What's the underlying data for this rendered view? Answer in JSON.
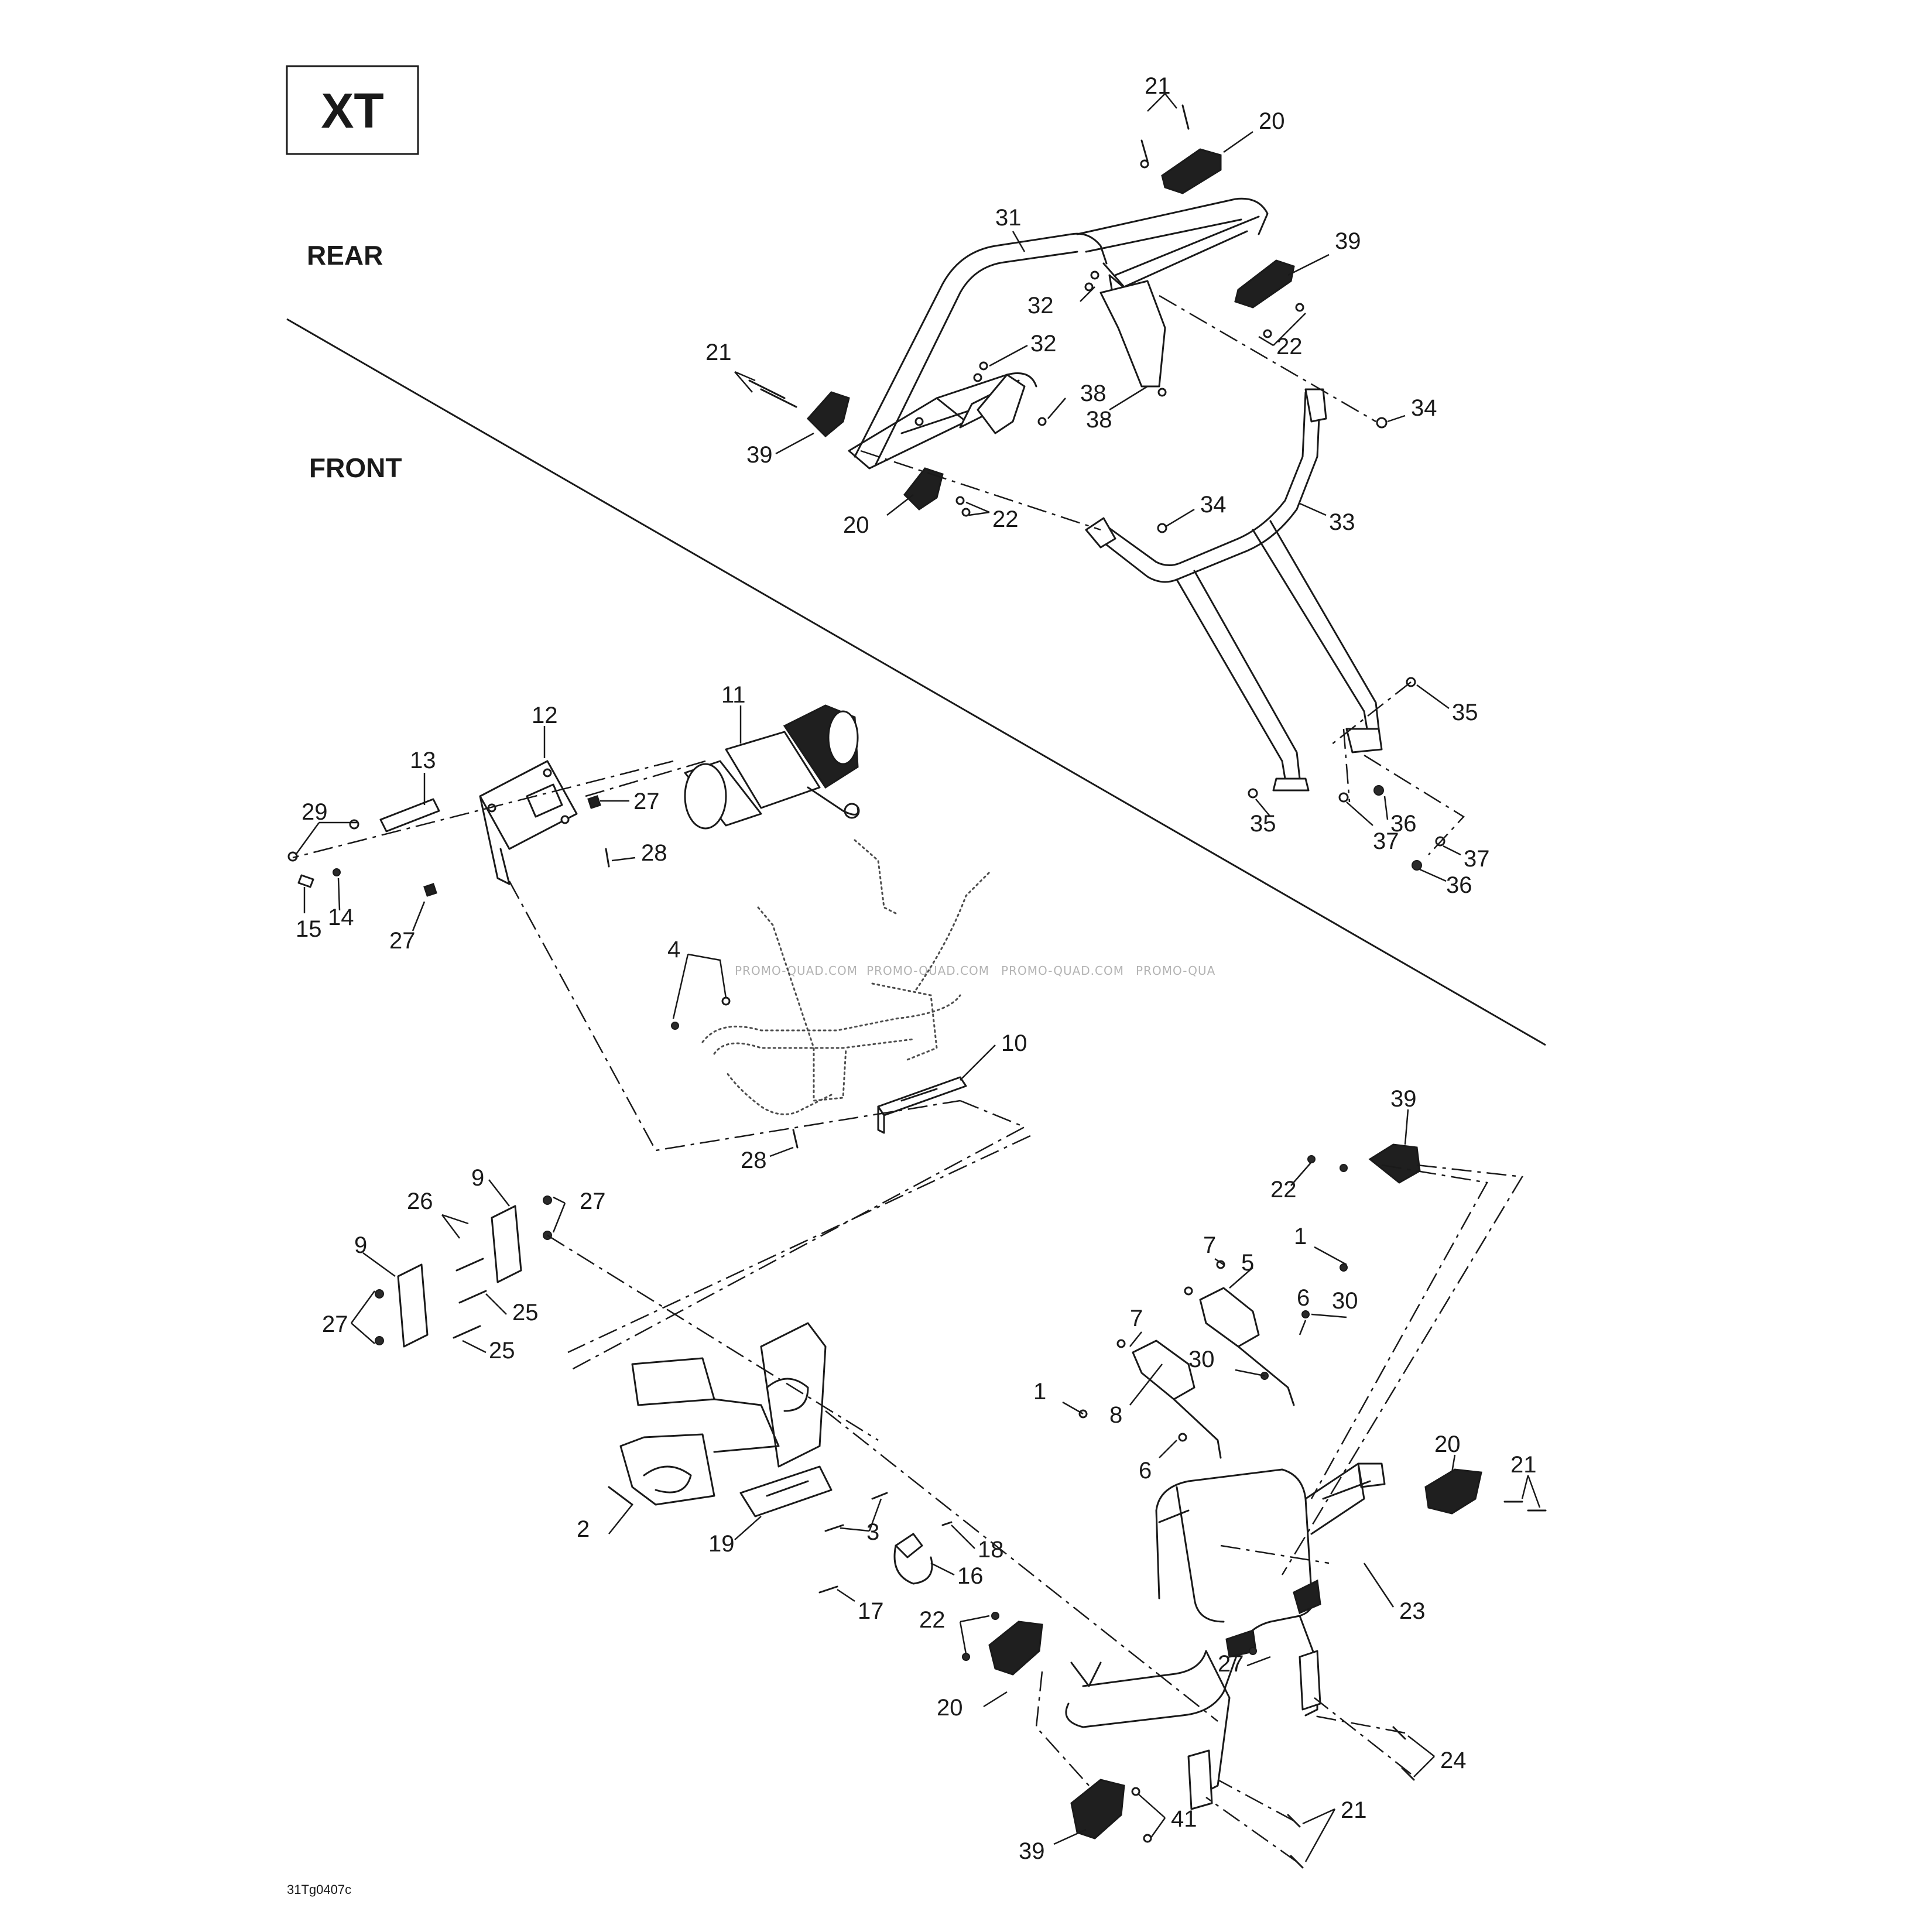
{
  "model_label": "XT",
  "zones": {
    "rear": "REAR",
    "front": "FRONT"
  },
  "drawing_code": "31Tg0407c",
  "watermark": [
    "PROMO-QUAD.COM",
    "PROMO-QUAD.COM",
    "PROMO-QUAD.COM",
    "PROMO-QUA"
  ],
  "callouts": [
    {
      "id": "c21a",
      "text": "21"
    },
    {
      "id": "c20a",
      "text": "20"
    },
    {
      "id": "c31",
      "text": "31"
    },
    {
      "id": "c39a",
      "text": "39"
    },
    {
      "id": "c32a",
      "text": "32"
    },
    {
      "id": "c22a",
      "text": "22"
    },
    {
      "id": "c21b",
      "text": "21"
    },
    {
      "id": "c32b",
      "text": "32"
    },
    {
      "id": "c38a",
      "text": "38"
    },
    {
      "id": "c38b",
      "text": "38"
    },
    {
      "id": "c34a",
      "text": "34"
    },
    {
      "id": "c39b",
      "text": "39"
    },
    {
      "id": "c20b",
      "text": "20"
    },
    {
      "id": "c22b",
      "text": "22"
    },
    {
      "id": "c34b",
      "text": "34"
    },
    {
      "id": "c33",
      "text": "33"
    },
    {
      "id": "c35a",
      "text": "35"
    },
    {
      "id": "c35b",
      "text": "35"
    },
    {
      "id": "c36a",
      "text": "36"
    },
    {
      "id": "c37a",
      "text": "37"
    },
    {
      "id": "c37b",
      "text": "37"
    },
    {
      "id": "c36b",
      "text": "36"
    },
    {
      "id": "c11",
      "text": "11"
    },
    {
      "id": "c12",
      "text": "12"
    },
    {
      "id": "c13",
      "text": "13"
    },
    {
      "id": "c29",
      "text": "29"
    },
    {
      "id": "c27a",
      "text": "27"
    },
    {
      "id": "c28a",
      "text": "28"
    },
    {
      "id": "c15",
      "text": "15"
    },
    {
      "id": "c14",
      "text": "14"
    },
    {
      "id": "c27b",
      "text": "27"
    },
    {
      "id": "c4",
      "text": "4"
    },
    {
      "id": "c10",
      "text": "10"
    },
    {
      "id": "c28b",
      "text": "28"
    },
    {
      "id": "c9a",
      "text": "9"
    },
    {
      "id": "c26",
      "text": "26"
    },
    {
      "id": "c27c",
      "text": "27"
    },
    {
      "id": "c9b",
      "text": "9"
    },
    {
      "id": "c25a",
      "text": "25"
    },
    {
      "id": "c27d",
      "text": "27"
    },
    {
      "id": "c25b",
      "text": "25"
    },
    {
      "id": "c39c",
      "text": "39"
    },
    {
      "id": "c22c",
      "text": "22"
    },
    {
      "id": "c7a",
      "text": "7"
    },
    {
      "id": "c1a",
      "text": "1"
    },
    {
      "id": "c5",
      "text": "5"
    },
    {
      "id": "c6a",
      "text": "6"
    },
    {
      "id": "c30a",
      "text": "30"
    },
    {
      "id": "c7b",
      "text": "7"
    },
    {
      "id": "c30b",
      "text": "30"
    },
    {
      "id": "c1b",
      "text": "1"
    },
    {
      "id": "c8",
      "text": "8"
    },
    {
      "id": "c6b",
      "text": "6"
    },
    {
      "id": "c20c",
      "text": "20"
    },
    {
      "id": "c21c",
      "text": "21"
    },
    {
      "id": "c2",
      "text": "2"
    },
    {
      "id": "c19",
      "text": "19"
    },
    {
      "id": "c3",
      "text": "3"
    },
    {
      "id": "c18",
      "text": "18"
    },
    {
      "id": "c16",
      "text": "16"
    },
    {
      "id": "c17",
      "text": "17"
    },
    {
      "id": "c23",
      "text": "23"
    },
    {
      "id": "c22d",
      "text": "22"
    },
    {
      "id": "c27e",
      "text": "27"
    },
    {
      "id": "c20d",
      "text": "20"
    },
    {
      "id": "c24",
      "text": "24"
    },
    {
      "id": "c39d",
      "text": "39"
    },
    {
      "id": "c41",
      "text": "41"
    },
    {
      "id": "c21d",
      "text": "21"
    }
  ]
}
